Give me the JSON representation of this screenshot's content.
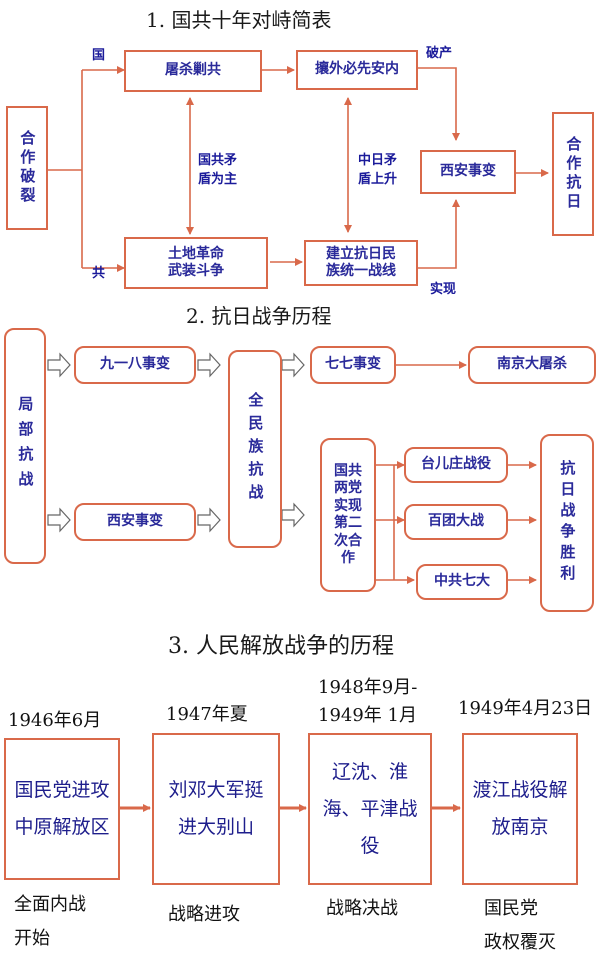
{
  "section1": {
    "title": "1. 国共十年对峙简表",
    "left_box": "合作破裂",
    "right_box": "合作抗日",
    "top_left": "屠杀剿共",
    "top_right": "攘外必先安内",
    "bottom_left": "土地革命\n武装斗争",
    "bottom_right": "建立抗日民\n族统一战线",
    "center_box": "西安事变",
    "label_guo": "国",
    "label_gong": "共",
    "label_pochan": "破产",
    "label_shixian": "实现",
    "label_left_mid": "国共矛\n盾为主",
    "label_right_mid": "中日矛\n盾上升"
  },
  "section2": {
    "title": "2. 抗日战争历程",
    "local_war": "局部抗战",
    "event_918": "九一八事变",
    "event_xian": "西安事变",
    "national": "全民族抗战",
    "event_77": "七七事变",
    "nanjing": "南京大屠杀",
    "cooperation": "国共两党实现第二次合作",
    "battle_taierzhuang": "台儿庄战役",
    "battle_baituan": "百团大战",
    "seventh_congress": "中共七大",
    "victory": "抗日战争胜利"
  },
  "section3": {
    "title": "3. 人民解放战争的历程",
    "stages": [
      {
        "date": "1946年6月",
        "box": "国民党进攻中原解放区",
        "caption": "全面内战\n开始"
      },
      {
        "date": "1947年夏",
        "box": "刘邓大军挺进大别山",
        "caption": "战略进攻"
      },
      {
        "date": "1948年9月-\n1949年 1月",
        "box": "辽沈、淮海、平津战役",
        "caption": "战略决战"
      },
      {
        "date": "1949年4月23日",
        "box": "渡江战役解放南京",
        "caption": "国民党\n政权覆灭"
      }
    ]
  },
  "colors": {
    "box_border": "#d9694a",
    "arrow": "#d9694a",
    "text_blue": "#2a2a9a",
    "hollow_arrow": "#666666"
  }
}
